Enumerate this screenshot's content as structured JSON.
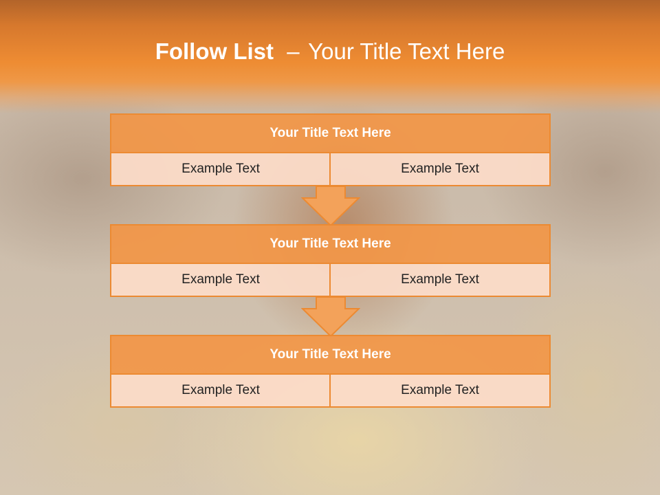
{
  "header": {
    "title_bold": "Follow List",
    "title_sep": "–",
    "title_rest": "Your Title Text Here"
  },
  "steps": [
    {
      "title": "Your Title Text Here",
      "left": "Example Text",
      "right": "Example Text"
    },
    {
      "title": "Your Title Text Here",
      "left": "Example Text",
      "right": "Example Text"
    },
    {
      "title": "Your Title Text Here",
      "left": "Example Text",
      "right": "Example Text"
    }
  ],
  "colors": {
    "accent": "#ef8a2f",
    "block_title_fill": "#f2a060",
    "block_cell_fill": "#fbdac8",
    "border": "#ec8a32"
  },
  "icons": [
    "down-arrow-icon",
    "down-arrow-icon"
  ]
}
